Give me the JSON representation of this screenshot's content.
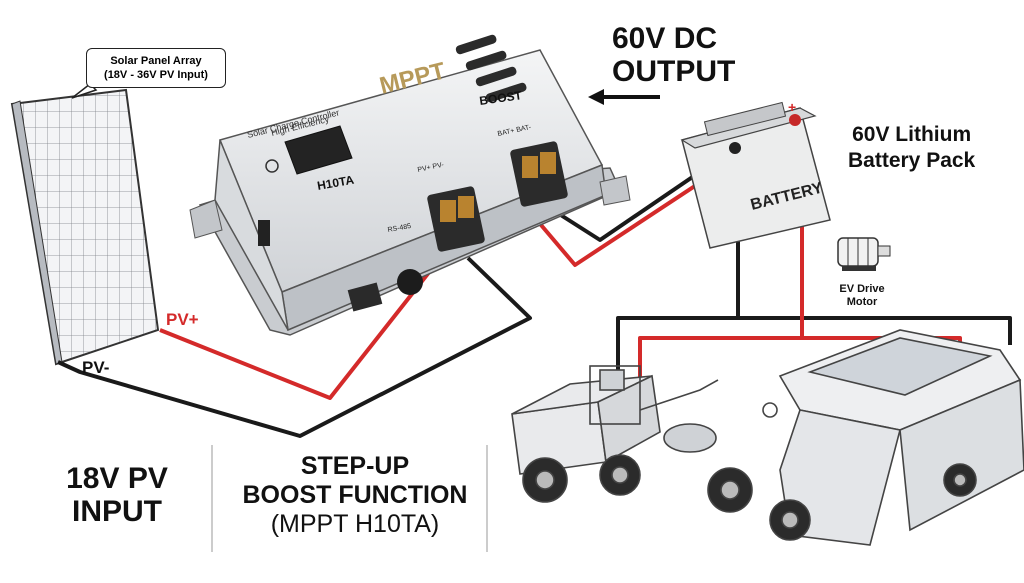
{
  "callout": {
    "line1": "Solar Panel Array",
    "line2": "(18V - 36V PV Input)"
  },
  "output": {
    "line1": "60V DC",
    "line2": "OUTPUT"
  },
  "battery_pack": {
    "line1": "60V Lithium",
    "line2": "Battery Pack"
  },
  "battery_body_label": "BATTERY",
  "motor": {
    "line1": "EV Drive",
    "line2": "Motor"
  },
  "pv_plus": "PV+",
  "pv_minus": "PV-",
  "controller": {
    "brand": "MPPT",
    "line1": "Solar Charge Controller",
    "line2": "High Efficiency",
    "model": "H10TA",
    "boost": "BOOST",
    "rs485": "RS-485",
    "pv_terminal": "PV+  PV-",
    "bat_terminal": "BAT+  BAT-"
  },
  "bottom_left": {
    "line1": "18V PV",
    "line2": "INPUT"
  },
  "bottom_mid": {
    "line1": "STEP-UP",
    "line2": "BOOST FUNCTION",
    "line3": "(MPPT H10TA)"
  },
  "colors": {
    "positive_wire": "#d42a2a",
    "negative_wire": "#1a1a1a",
    "controller_body": "#e9eaec",
    "terminal": "#b9832f"
  }
}
